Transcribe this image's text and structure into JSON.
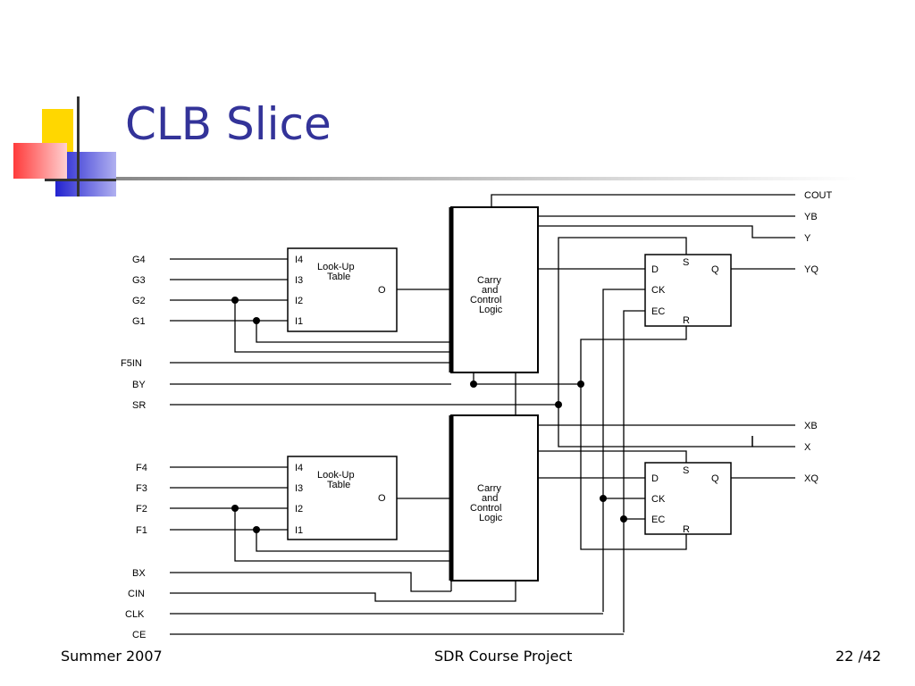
{
  "slide": {
    "title": "CLB Slice",
    "footer_left": "Summer 2007",
    "footer_center": "SDR Course Project",
    "footer_right": "22 /42"
  },
  "diagram": {
    "upper_inputs": [
      "G4",
      "G3",
      "G2",
      "G1"
    ],
    "mid_inputs": [
      "F5IN",
      "BY",
      "SR"
    ],
    "lower_inputs": [
      "F4",
      "F3",
      "F2",
      "F1"
    ],
    "bottom_inputs": [
      "BX",
      "CIN",
      "CLK",
      "CE"
    ],
    "lut_label_line1": "Look-Up",
    "lut_label_line2": "Table",
    "lut_pins": [
      "I4",
      "I3",
      "I2",
      "I1"
    ],
    "lut_output": "O",
    "carry_line1": "Carry",
    "carry_line2": "and",
    "carry_line3": "Control",
    "carry_line4": "Logic",
    "ff_pins": {
      "d": "D",
      "ck": "CK",
      "ec": "EC",
      "s": "S",
      "r": "R",
      "q": "Q"
    },
    "outputs_top": [
      "COUT",
      "YB",
      "Y",
      "YQ"
    ],
    "outputs_bottom": [
      "XB",
      "X",
      "XQ"
    ]
  },
  "colors": {
    "title": "#333399",
    "deco_yellow": "#FFD700",
    "deco_blue": "#3333CC",
    "deco_red": "#FF5050"
  }
}
